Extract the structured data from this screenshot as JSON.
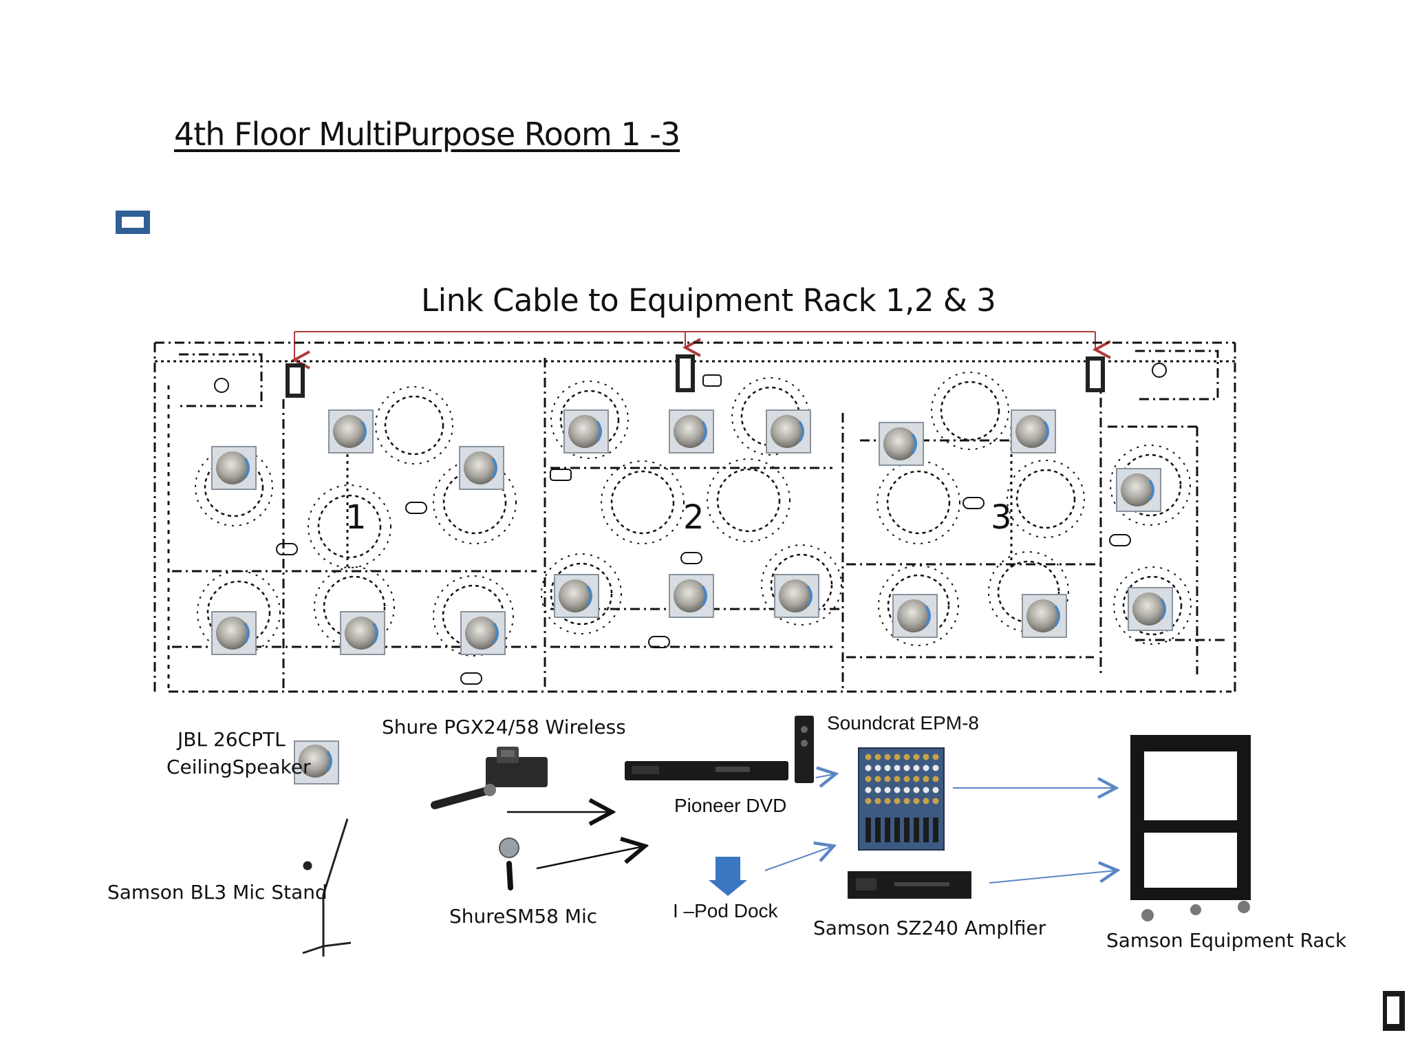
{
  "page": {
    "title": "4th  Floor MultiPurpose  Room  1 -3",
    "link_caption": "Link Cable to Equipment Rack 1,2 & 3"
  },
  "floorplan": {
    "room_numbers": [
      "1",
      "2",
      "3"
    ]
  },
  "equipment": {
    "speaker_line1": "JBL  26CPTL",
    "speaker_line2": "CeilingSpeaker",
    "wireless": "Shure PGX24/58 Wireless M",
    "soundcraft": "Soundcrat EPM-8",
    "dvd": "Pioneer DVD",
    "mic_stand": "Samson BL3 Mic Stand",
    "mic": "ShureSM58 Mic",
    "ipod": "I –Pod Dock",
    "amplifier": "Samson  SZ240 Amplfier",
    "rack": "Samson  Equipment Rack"
  },
  "colors": {
    "link_arrow": "#b03a3a",
    "flow_arrow": "#5b86c4",
    "marker": "#2f5f95",
    "plan_lines": "#111111"
  }
}
